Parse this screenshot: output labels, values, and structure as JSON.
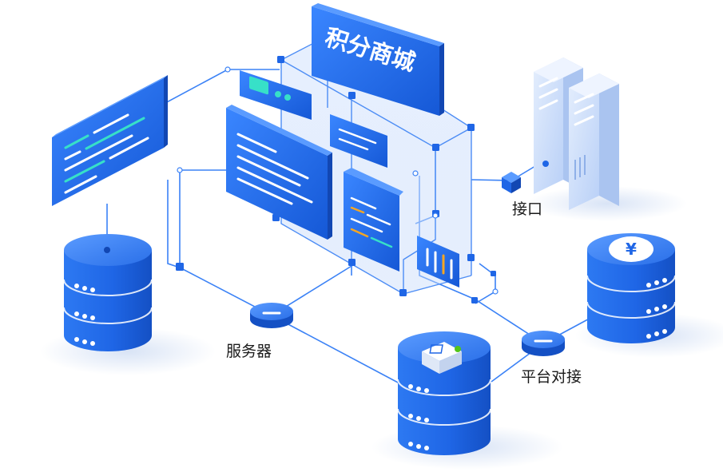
{
  "title": "积分商城",
  "labels": {
    "interface": "接口",
    "server": "服务器",
    "platform": "平台对接"
  },
  "currency_symbol": "¥",
  "colors": {
    "primary": "#1f6ff0",
    "primary_dark": "#1355c9",
    "light": "#e7f0ff",
    "line": "#2f7df5",
    "server_box": "#cfe0fb",
    "accent_orange": "#f5a623",
    "accent_green": "#52c41a",
    "accent_cyan": "#37e0c8"
  }
}
